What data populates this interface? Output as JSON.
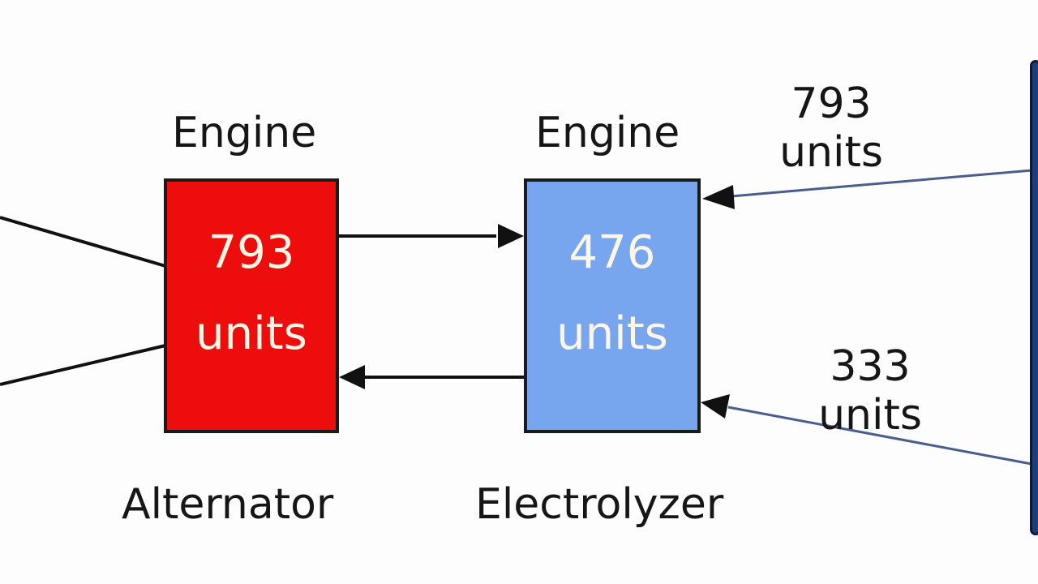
{
  "colors": {
    "alternator_fill": "#ee0d0d",
    "electrolyzer_fill": "#78a6ee",
    "box_text": "#fff6e6",
    "outline": "#1b1b1b",
    "source_line": "#4a5d8c",
    "panel": "#1d3e7a"
  },
  "nodes": {
    "alternator": {
      "top_label": "Engine",
      "value": "793",
      "unit": "units",
      "bottom_label": "Alternator"
    },
    "electrolyzer": {
      "top_label": "Engine",
      "value": "476",
      "unit": "units",
      "bottom_label": "Electrolyzer"
    }
  },
  "flows": {
    "upper": {
      "value": "793",
      "unit": "units"
    },
    "lower": {
      "value": "333",
      "unit": "units"
    }
  }
}
